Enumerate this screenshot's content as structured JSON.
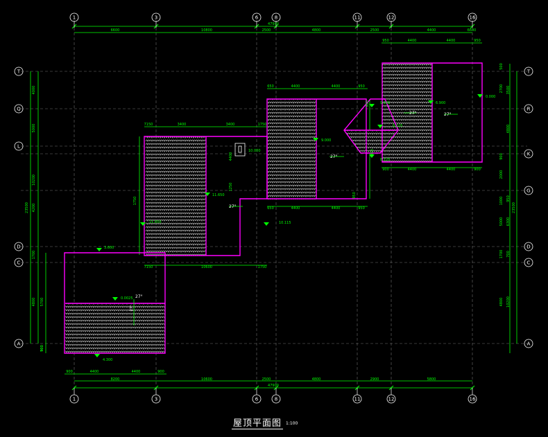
{
  "drawing": {
    "title": "屋顶平面图",
    "scale": "1:100",
    "colors": {
      "bg": "#000000",
      "dim": "#00ff00",
      "axis": "#ffffff",
      "grid": "#808080",
      "outline": "#ff00ff",
      "annotation": "#00ffff"
    }
  },
  "axes_h": [
    "1",
    "3",
    "6",
    "8",
    "11",
    "12",
    "16"
  ],
  "axes_v_left": [
    "T",
    "Q",
    "L",
    "D",
    "C",
    "A"
  ],
  "axes_v_right": [
    "T",
    "R",
    "K",
    "G",
    "D",
    "C",
    "A"
  ],
  "dimensions": {
    "top_overall": "47900",
    "top_segments": [
      "6600",
      "10800",
      "2500",
      "4800",
      "2500",
      "4400",
      "6600"
    ],
    "bottom_overall": "47900",
    "bottom_segments": [
      "8200",
      "10600",
      "2500",
      "4800",
      "2900",
      "5800"
    ],
    "bottom_sub": [
      "900",
      "4400",
      "4400",
      "900"
    ],
    "upper_right": [
      "950",
      "4400",
      "4400",
      "950"
    ],
    "mid_block": [
      "7150",
      "3400",
      "3400",
      "1750"
    ],
    "mid_block2": [
      "650",
      "4400",
      "4400",
      "950"
    ],
    "mid_lower": [
      "650",
      "4400",
      "4400",
      "950"
    ],
    "right_block": [
      "900",
      "4400",
      "4400",
      "900"
    ],
    "lower_block": [
      "7150",
      "10600",
      "1750"
    ],
    "left_side": [
      "4000",
      "5000",
      "10200",
      "4200",
      "23500",
      "1700",
      "4800",
      "5700",
      "500",
      "900"
    ],
    "right_side": [
      "500",
      "2700",
      "3500",
      "900",
      "4800",
      "2000",
      "1000",
      "950",
      "5000",
      "1700",
      "700",
      "4800",
      "6300",
      "10200",
      "23500"
    ],
    "vertical_misc": [
      "1750",
      "980",
      "950",
      "4400",
      "1250",
      "950"
    ]
  },
  "elevations": [
    "11.650",
    "11.650",
    "10.115",
    "9.000",
    "9.000",
    "8.125",
    "8.125",
    "6.900",
    "0.000",
    "3.600",
    "4.300",
    "0.0025",
    "10.000"
  ],
  "slopes": [
    "27°",
    "27°",
    "27°",
    "27°",
    "27°"
  ],
  "pitch_labels": [
    "27°"
  ]
}
